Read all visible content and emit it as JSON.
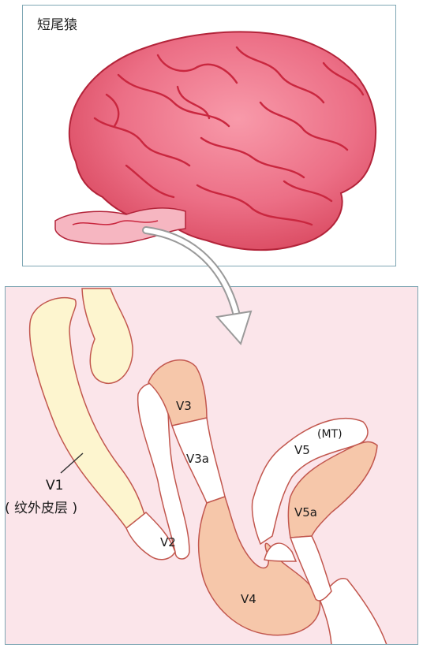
{
  "top_panel": {
    "title": "短尾猿"
  },
  "areas": {
    "v1": "V1",
    "v1_note": "( 纹外皮层 )",
    "v2": "V2",
    "v3": "V3",
    "v3a": "V3a",
    "v4": "V4",
    "v5": "V5",
    "v5_note": "(MT)",
    "v5a": "V5a"
  },
  "colors": {
    "brain": "#ec6f86",
    "brain_sulci": "#c9273f",
    "v1_fill": "#fdf5cf",
    "highlight_fill": "#f6c7aa",
    "white_matter": "#ffffff",
    "panel_bg": "#fbe5ea",
    "outline": "#c2574e"
  },
  "icons": [
    "down-arrow-icon"
  ]
}
